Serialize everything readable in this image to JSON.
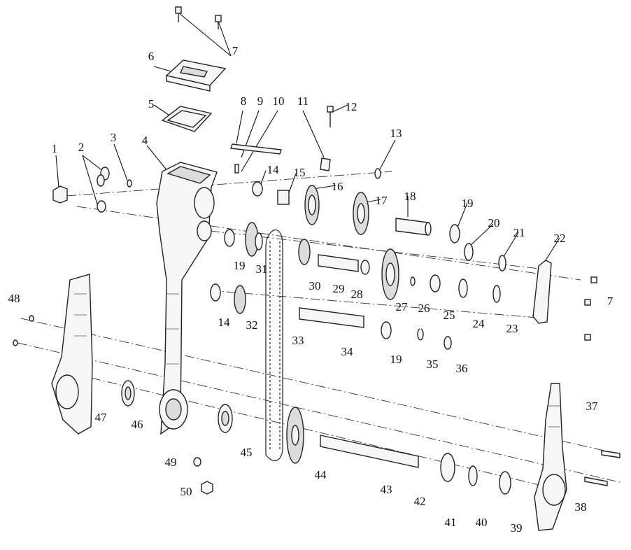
{
  "callouts": [
    "1",
    "2",
    "3",
    "4",
    "5",
    "6",
    "7",
    "8",
    "9",
    "10",
    "11",
    "12",
    "13",
    "14",
    "15",
    "16",
    "17",
    "18",
    "19",
    "20",
    "21",
    "22",
    "23",
    "24",
    "25",
    "26",
    "27",
    "28",
    "29",
    "30",
    "31",
    "32",
    "33",
    "34",
    "35",
    "36",
    "37",
    "38",
    "39",
    "40",
    "41",
    "42",
    "43",
    "44",
    "45",
    "46",
    "47",
    "48",
    "49",
    "50"
  ],
  "repeated_callouts": {
    "7_right": "7",
    "14_lower": "14",
    "19_mid": "19",
    "19_lower": "19"
  }
}
